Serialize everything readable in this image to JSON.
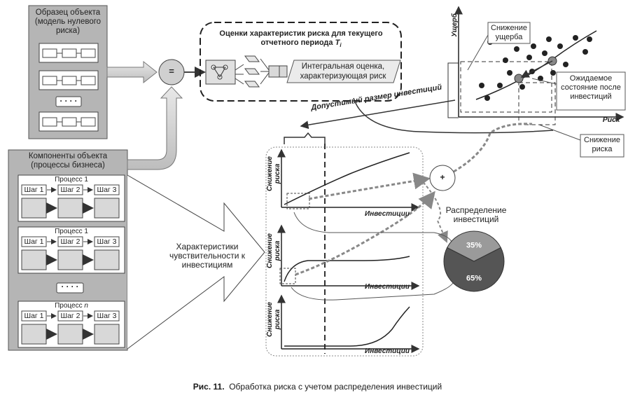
{
  "sample_block": {
    "title": "Образец объекта (модель нулевого риска)",
    "dots": "· · · ·"
  },
  "components_block": {
    "title": "Компоненты объекта (процессы бизнеса)",
    "process_1_label": "Процесс 1",
    "process_2_label": "Процесс 1",
    "process_n_prefix": "Процесс",
    "process_n_suffix": "n",
    "dots": "· · · ·",
    "steps": [
      "Шаг 1",
      "Шаг 2",
      "Шаг 3"
    ]
  },
  "equals_symbol": "=",
  "plus_symbol": "+",
  "assessment_block": {
    "title_line1": "Оценки характеристик риска для текущего",
    "title_line2": "отчетного периода",
    "period_symbol": "T",
    "period_sub": "i",
    "integral_line1": "Интегральная оценка,",
    "integral_line2": "характеризующая риск"
  },
  "sensitivity_label": "Характеристики чувствительности к инвестициям",
  "allowed_investment": "Допустимый размер инвестиций",
  "mini_charts": {
    "y_label_line1": "Снижение",
    "y_label_line2": "риска",
    "x_label": "Инвестиции"
  },
  "risk_chart": {
    "x_label": "Риск",
    "y_label": "Ущерб",
    "damage_reduction": "Снижение ущерба",
    "expected_state": "Ожидаемое состояние после инвестиций",
    "risk_reduction": "Снижение риска"
  },
  "chart_data": {
    "type": "pie",
    "title": "Распределение инвестиций",
    "values": [
      65,
      35
    ],
    "labels": [
      "65%",
      "35%"
    ],
    "colors": [
      "#555555",
      "#9a9a9a"
    ]
  },
  "figure_caption": {
    "prefix": "Рис. 11.",
    "text": "Обработка риска с учетом распределения инвестиций"
  }
}
